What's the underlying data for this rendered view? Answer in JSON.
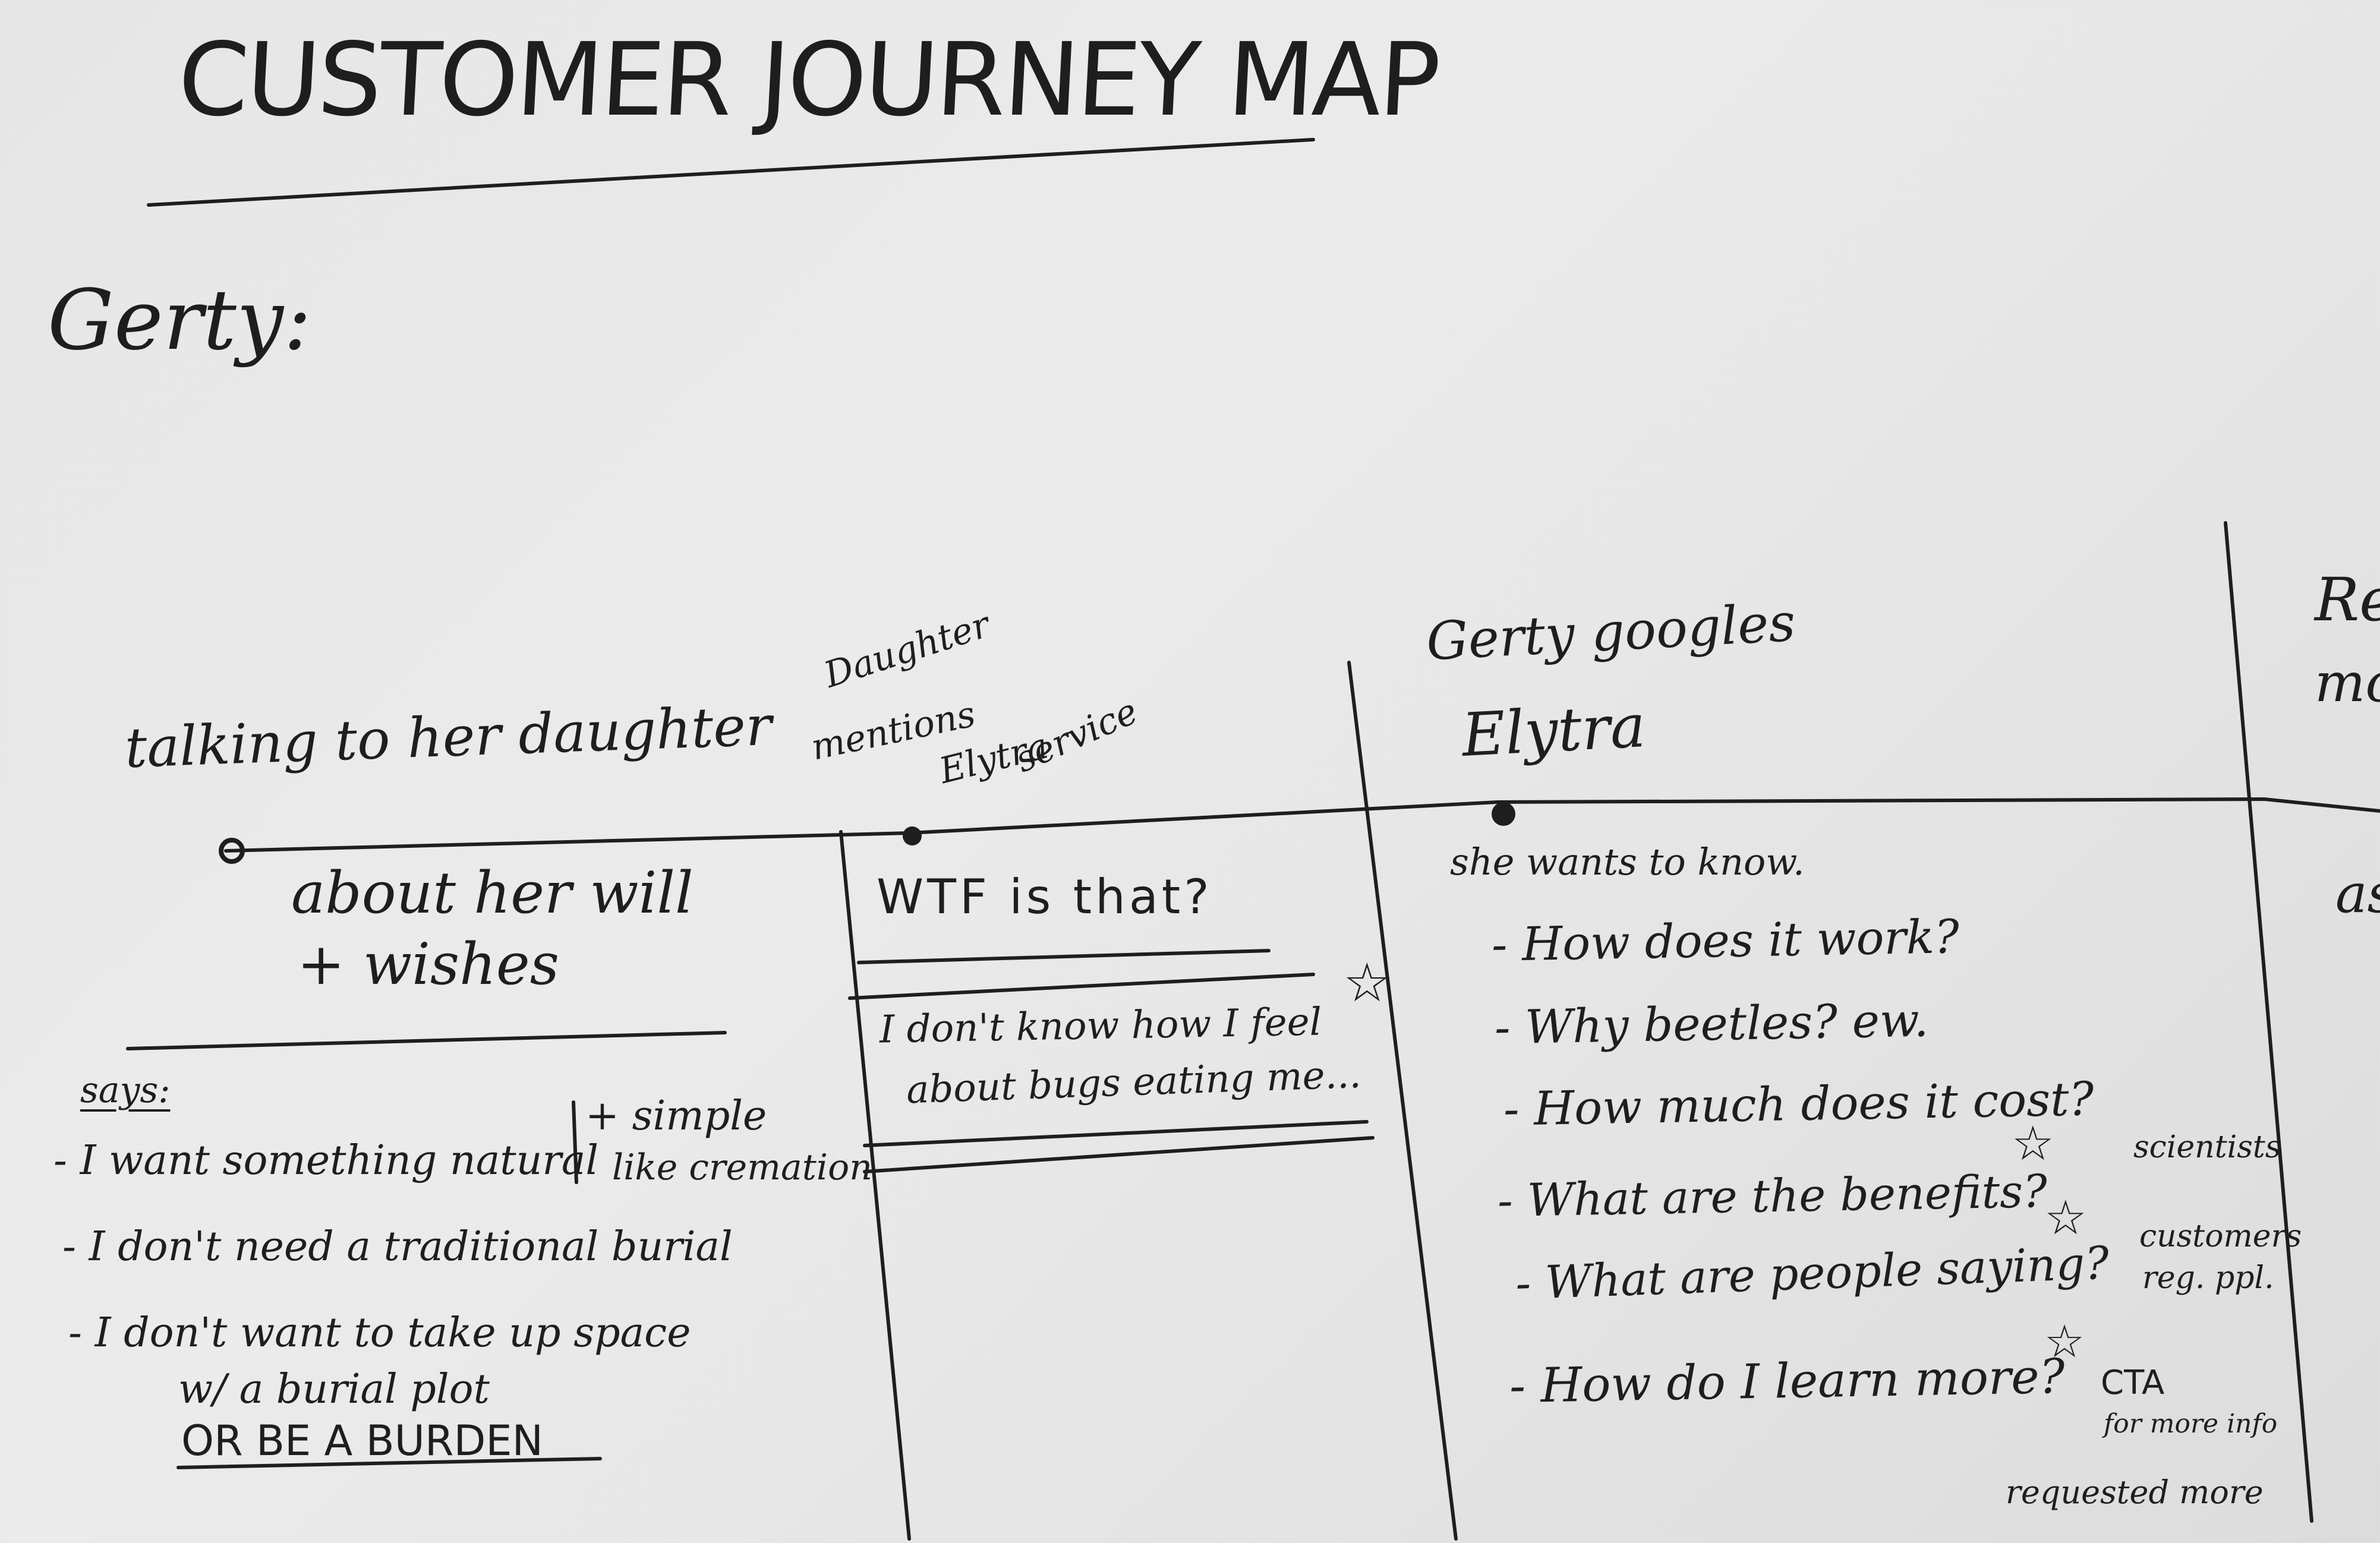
{
  "title": "CUSTOMER JOURNEY MAP",
  "persona": "Gerty:",
  "stages": [
    {
      "label": "talking to her daughter",
      "detail": [
        "about her will",
        "+ wishes"
      ],
      "says_label": "says:",
      "says": [
        "- I want something natural",
        "+ simple",
        "like cremation",
        "- I don't need a traditional burial",
        "- I don't want to take up space",
        "w/ a burial plot",
        "OR BE A BURDEN"
      ]
    },
    {
      "label": [
        "Daughter",
        "mentions",
        "Elytra",
        "service"
      ],
      "question": "WTF is that?",
      "feeling": [
        "I don't know how I feel",
        "about bugs eating me..."
      ]
    },
    {
      "label": [
        "Gerty googles",
        "Elytra"
      ],
      "intro": "she wants to know.",
      "questions": [
        "- How does it work?",
        "- Why beetles? ew.",
        "- How much does it cost?",
        "- What are the benefits?",
        "- What are people saying?",
        "- How do I learn more?"
      ],
      "side_notes": [
        "scientists",
        "customers",
        "reg. ppl.",
        "CTA",
        "for more info",
        "requested more"
      ]
    },
    {
      "label": [
        "Re",
        "mo"
      ],
      "note": "as"
    }
  ],
  "star_symbol": "☆"
}
